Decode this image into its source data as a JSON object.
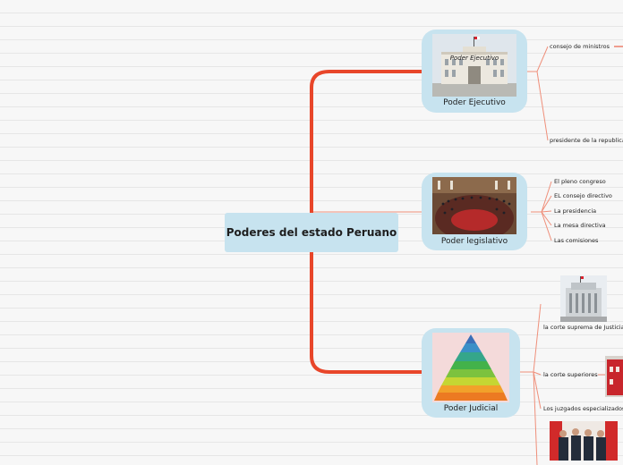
{
  "central": {
    "title": "Poderes del estado Peruano"
  },
  "branches": [
    {
      "label": "Poder Ejecutivo",
      "image_caption": "Poder Ejecutivo",
      "children": [
        "consejo de ministros",
        "presidente de la republica"
      ]
    },
    {
      "label": "Poder legislativo",
      "children": [
        "El pleno congreso",
        "EL consejo directivo",
        "La presidencia",
        "La mesa directiva",
        "Las comisiones"
      ]
    },
    {
      "label": "Poder Judicial",
      "children": [
        "la corte suprema de Justicia",
        "la corte superiores",
        "Los juzgados especializados"
      ]
    }
  ],
  "colors": {
    "trunk": "#e8462a",
    "link": "#ef8f7a",
    "node_fill": "#c7e3ef",
    "background": "#f7f7f7"
  }
}
